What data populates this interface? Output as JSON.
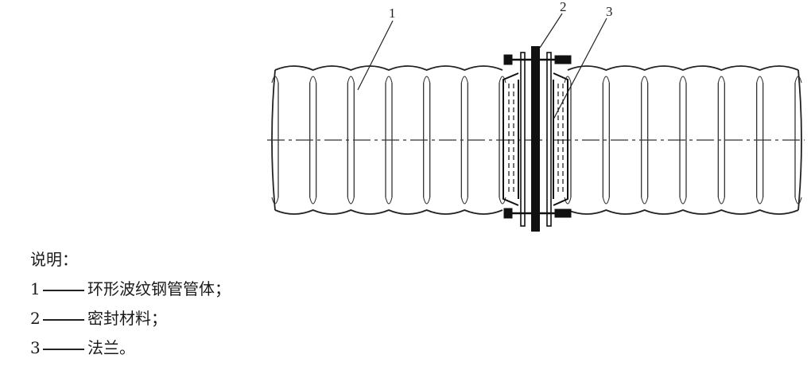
{
  "callouts": [
    {
      "num": "1"
    },
    {
      "num": "2"
    },
    {
      "num": "3"
    }
  ],
  "legend": {
    "title": "说明：",
    "items": [
      {
        "num": "1",
        "text": "环形波纹钢管管体；"
      },
      {
        "num": "2",
        "text": "密封材料；"
      },
      {
        "num": "3",
        "text": "法兰。"
      }
    ]
  }
}
